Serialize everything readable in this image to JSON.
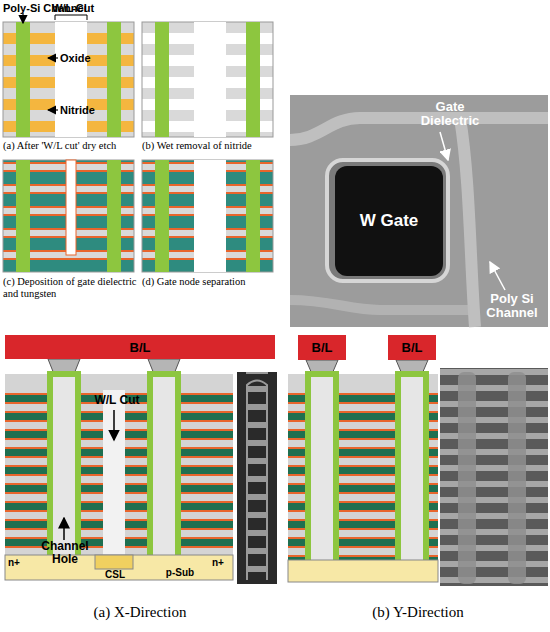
{
  "diagram": {
    "nodes": [
      {
        "text": [
          "W Gate"
        ]
      },
      {
        "text": [
          "B/L"
        ]
      },
      {
        "text": [
          "B/L"
        ]
      },
      {
        "text": [
          "B/L"
        ]
      }
    ],
    "labels": [
      "Poly-Si Channel",
      "W/L-Cut",
      "Oxide",
      "Nitride",
      "(a) After 'W/L cut' dry etch",
      "(b) Wet removal of nitride",
      "(c) Deposition of gate dielectric and tungsten",
      "(d) Gate node separation",
      "Gate Dielectric",
      "Poly Si Channel",
      "W/L Cut",
      "Channel Hole",
      "n+",
      "CSL",
      "p-Sub",
      "n+",
      "(a) X-Direction",
      "(b) Y-Direction"
    ]
  }
}
